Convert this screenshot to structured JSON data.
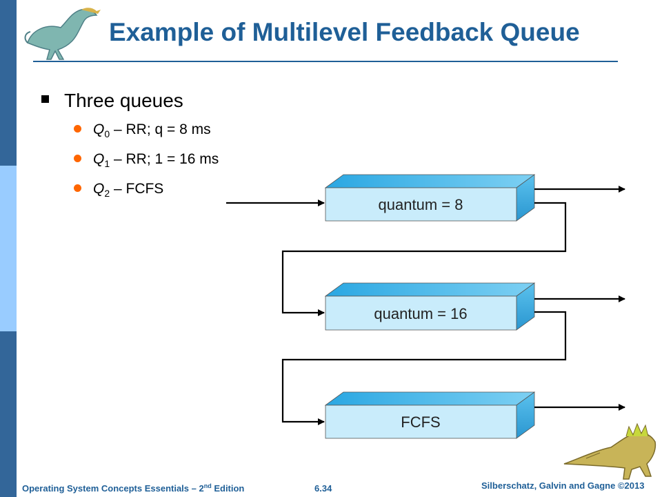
{
  "slide": {
    "title": "Example of Multilevel Feedback Queue",
    "bullet": "Three queues",
    "sub_bullets": [
      {
        "q": "Q",
        "sub": "0",
        "rest": " – RR; q = 8 ms"
      },
      {
        "q": "Q",
        "sub": "1",
        "rest": " – RR; 1 = 16 ms"
      },
      {
        "q": "Q",
        "sub": "2",
        "rest": " – FCFS"
      }
    ]
  },
  "diagram": {
    "boxes": [
      "quantum = 8",
      "quantum = 16",
      "FCFS"
    ]
  },
  "footer": {
    "left_main": "Operating System Concepts Essentials – 2",
    "left_sup": "nd",
    "left_end": " Edition",
    "page": "6.34",
    "right": "Silberschatz, Galvin and Gagne ©2013"
  },
  "colors": {
    "sidebar_dark": "#336699",
    "sidebar_light": "#99ccff",
    "title": "#1f5f97",
    "bullet_dot": "#ff6600",
    "box_front": "#c9ecfb",
    "box_top": "#3bb4e8"
  }
}
